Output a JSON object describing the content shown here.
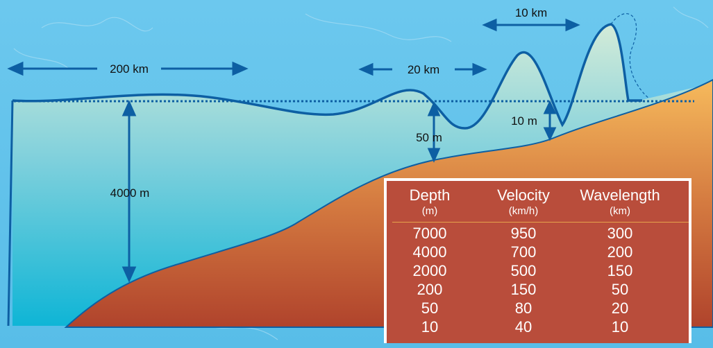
{
  "labels": {
    "dist_200km": "200 km",
    "dist_20km": "20 km",
    "dist_10km": "10 km",
    "depth_4000m": "4000 m",
    "amp_50m": "50 m",
    "amp_10m": "10 m"
  },
  "table": {
    "headers": [
      "Depth",
      "Velocity",
      "Wavelength"
    ],
    "units": [
      "(m)",
      "(km/h)",
      "(km)"
    ],
    "rows": [
      [
        "7000",
        "950",
        "300"
      ],
      [
        "4000",
        "700",
        "200"
      ],
      [
        "2000",
        "500",
        "150"
      ],
      [
        "200",
        "150",
        "50"
      ],
      [
        "50",
        "80",
        "20"
      ],
      [
        "10",
        "40",
        "10"
      ]
    ]
  },
  "colors": {
    "sky": "#5fc3ea",
    "water_top": "#cfe9d6",
    "water_bottom": "#12b6d6",
    "seabed_light": "#f2b25a",
    "seabed_dark": "#b2452c",
    "wave_line": "#0d5fa3",
    "table_bg": "#b94d3b"
  }
}
